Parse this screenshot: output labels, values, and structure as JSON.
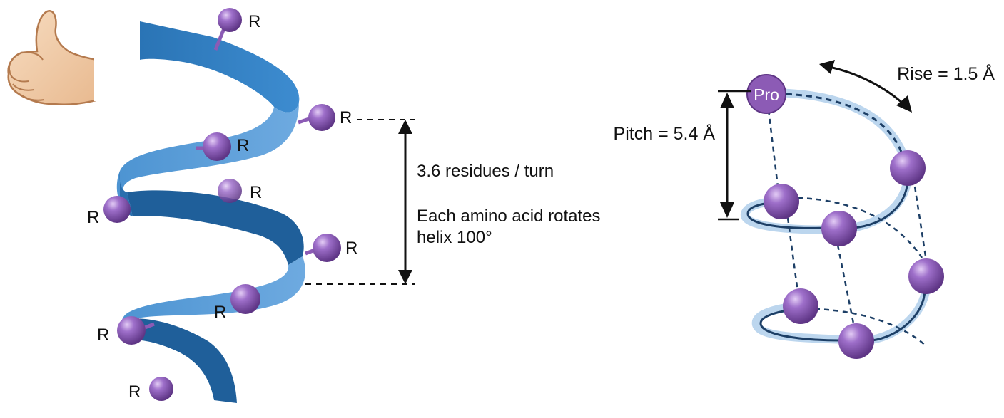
{
  "left_helix": {
    "r_label": "R",
    "residues_per_turn": "3.6 residues / turn",
    "rotation_line1": "Each amino acid rotates",
    "rotation_line2": "helix 100°"
  },
  "right_helix": {
    "proline_label": "Pro",
    "pitch": "Pitch = 5.4 Å",
    "rise": "Rise = 1.5 Å"
  },
  "colors": {
    "ribbon_front": "#2f7fc1",
    "ribbon_light": "#5a9fd8",
    "ribbon_back": "#1f5f9a",
    "residue": "#8c5bb5",
    "residue_dark": "#5e3585",
    "backbone": "#1d3f66",
    "glow": "#bcd6ee",
    "skin": "#f1c9a3"
  },
  "icons": [
    "thumbs-up-icon",
    "double-arrow-icon"
  ]
}
